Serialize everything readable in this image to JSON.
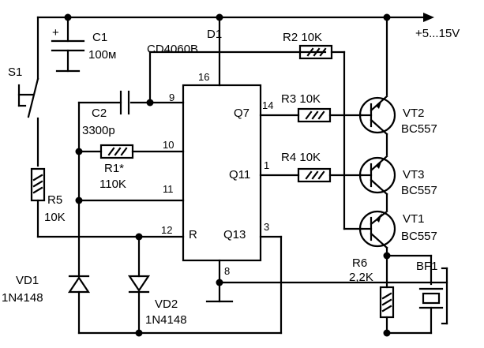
{
  "power": {
    "label": "+5...15V"
  },
  "ic": {
    "designator": "D1",
    "part": "CD4060B",
    "pins": {
      "vdd": "16",
      "p9": "9",
      "p10": "10",
      "p11": "11",
      "p12": "12",
      "q7": "14",
      "q11": "1",
      "q13": "3",
      "gnd": "8"
    },
    "outputs": {
      "q7": "Q7",
      "q11": "Q11",
      "q13": "Q13",
      "reset": "R"
    }
  },
  "components": {
    "C1": {
      "ref": "C1",
      "value": "100м",
      "polarity": "+"
    },
    "C2": {
      "ref": "C2",
      "value": "3300p"
    },
    "R1": {
      "ref": "R1*",
      "value": "110K"
    },
    "R2": {
      "ref": "R2",
      "value": "10K"
    },
    "R3": {
      "ref": "R3",
      "value": "10K"
    },
    "R4": {
      "ref": "R4",
      "value": "10K"
    },
    "R5": {
      "ref": "R5",
      "value": "10K"
    },
    "R6": {
      "ref": "R6",
      "value": "2,2K"
    },
    "S1": {
      "ref": "S1"
    },
    "VD1": {
      "ref": "VD1",
      "value": "1N4148"
    },
    "VD2": {
      "ref": "VD2",
      "value": "1N4148"
    },
    "VT1": {
      "ref": "VT1",
      "value": "BC557"
    },
    "VT2": {
      "ref": "VT2",
      "value": "BC557"
    },
    "VT3": {
      "ref": "VT3",
      "value": "BC557"
    },
    "BF1": {
      "ref": "BF1"
    }
  }
}
